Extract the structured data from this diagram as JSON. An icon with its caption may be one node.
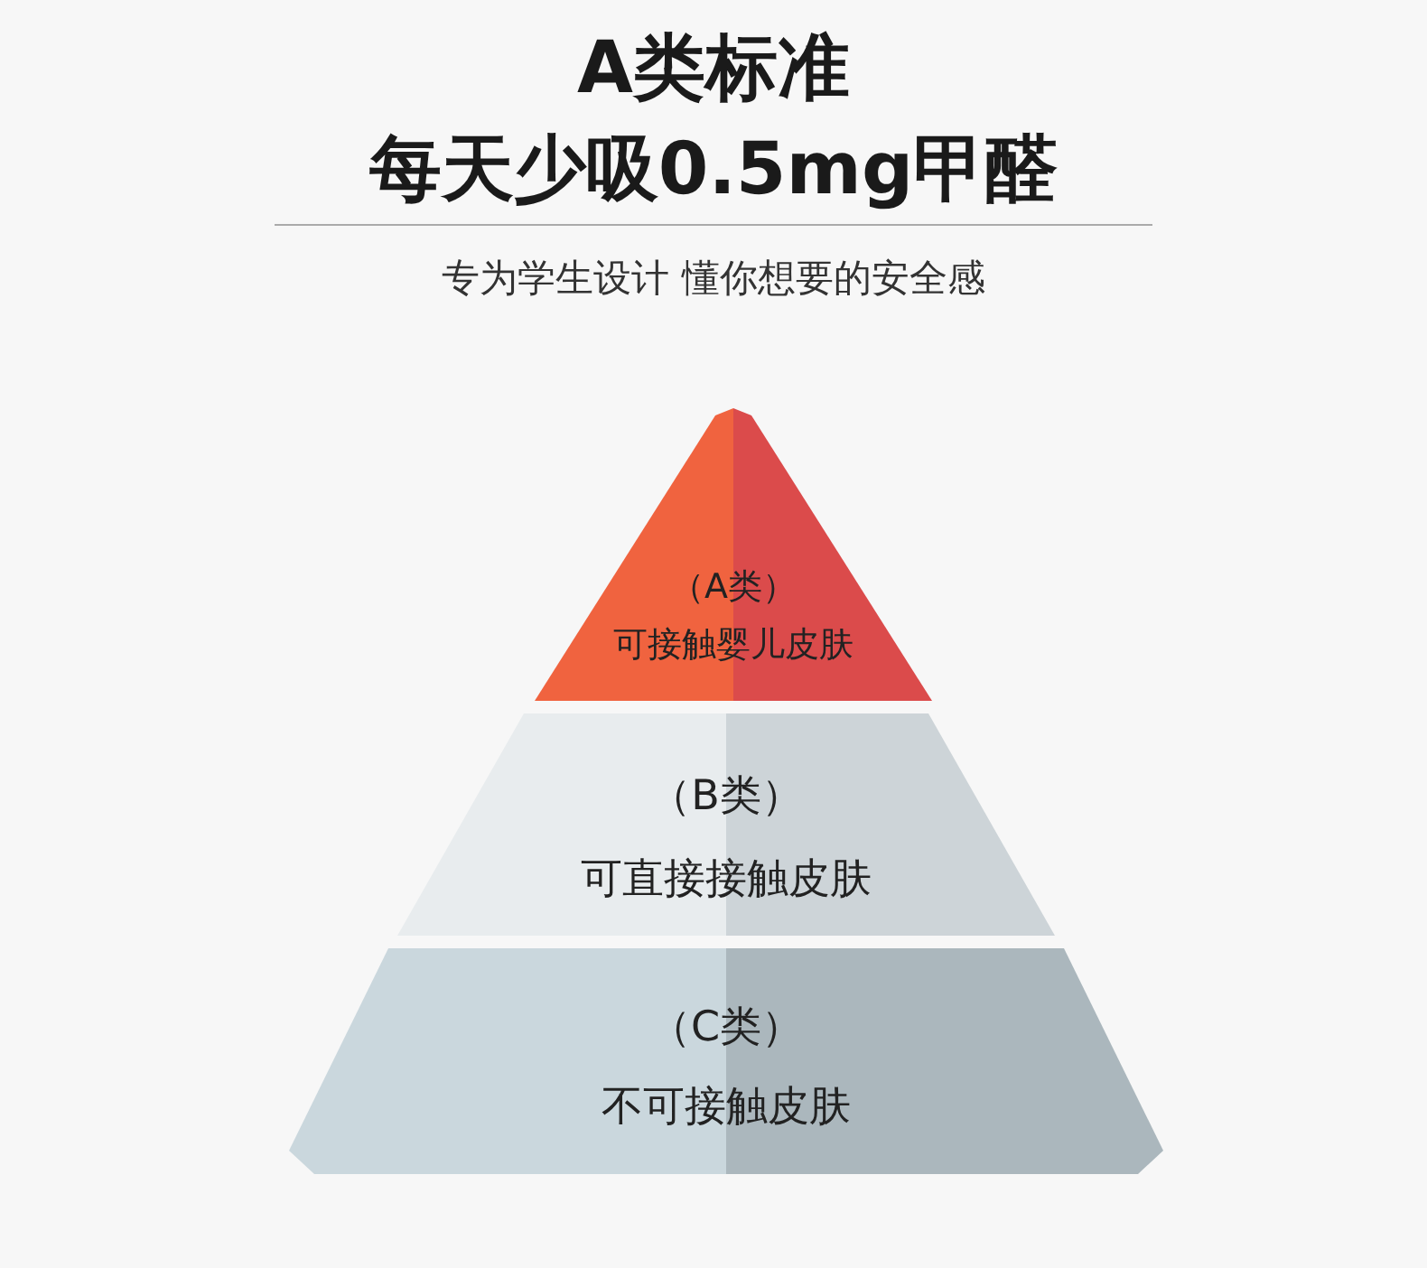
{
  "diagram": {
    "title": "A类标准",
    "nodes": [
      {
        "text": [
          "（A类）",
          "可接触婴儿皮肤"
        ]
      },
      {
        "text": [
          "（B类）",
          "可直接接触皮肤"
        ]
      },
      {
        "text": [
          "（C类）",
          "不可接触皮肤"
        ]
      }
    ],
    "edges": [],
    "labels": [
      "每天少吸0.5mg甲醛",
      "专为学生设计 懂你想要的安全感"
    ]
  }
}
